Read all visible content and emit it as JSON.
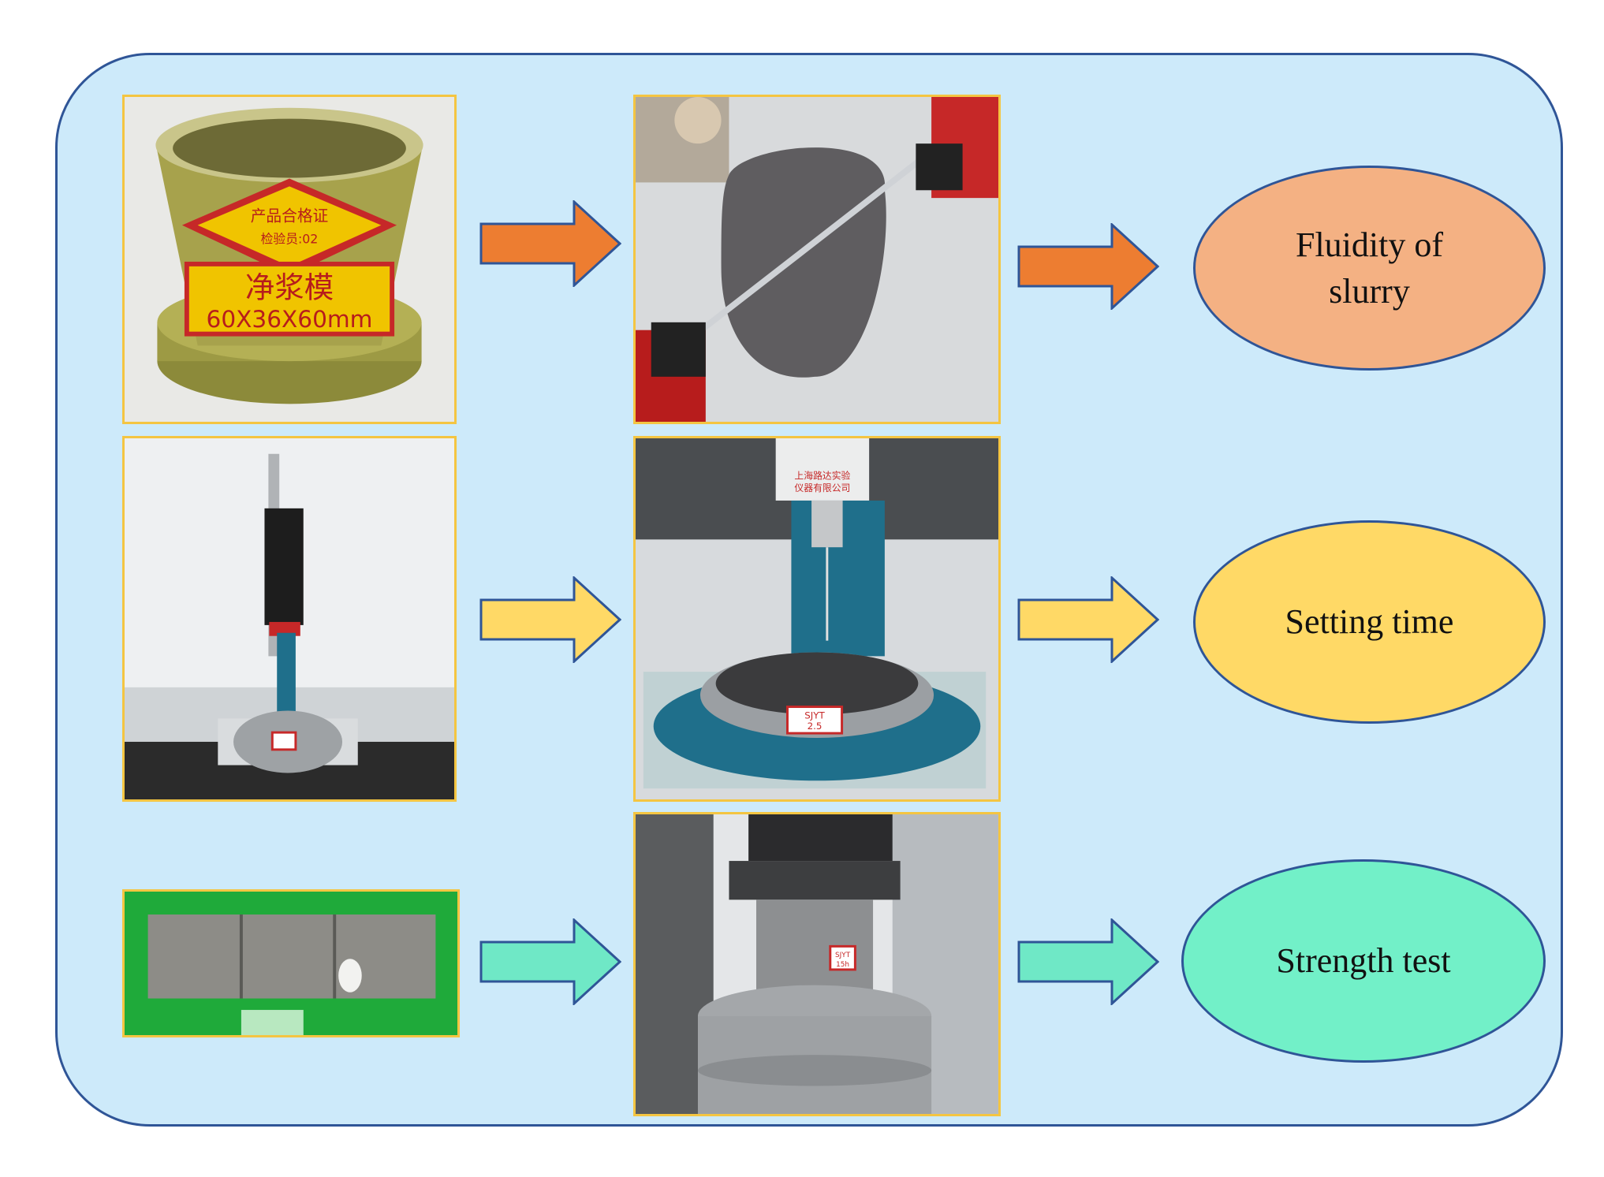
{
  "colors": {
    "panel_fill": "#cdeafa",
    "panel_border": "#2f5597",
    "photo_border": "#f4c542",
    "row1_accent": "#ed7d31",
    "row1_result": "#f4b183",
    "row2_accent": "#ffd966",
    "row2_result": "#ffd966",
    "row3_accent": "#6fe8c6",
    "row3_result": "#72f0c8"
  },
  "rows": [
    {
      "result_label": "Fluidity of\nslurry",
      "photo_left": {
        "name": "cone-mold",
        "label_lines": [
          "产品合格证",
          "检验员:02",
          "净浆模",
          "60X36X60mm"
        ]
      },
      "photo_right": {
        "name": "slurry-spread-measurement"
      }
    },
    {
      "result_label": "Setting time",
      "photo_left": {
        "name": "vicat-apparatus"
      },
      "photo_right": {
        "name": "vicat-needle-closeup",
        "label_lines": [
          "上海路达实验",
          "仪器有限公司",
          "SJYT",
          "2.5"
        ]
      }
    },
    {
      "result_label": "Strength test",
      "photo_left": {
        "name": "triple-cube-mold"
      },
      "photo_right": {
        "name": "compression-press",
        "label_lines": [
          "SJYT",
          "15h"
        ]
      }
    }
  ]
}
